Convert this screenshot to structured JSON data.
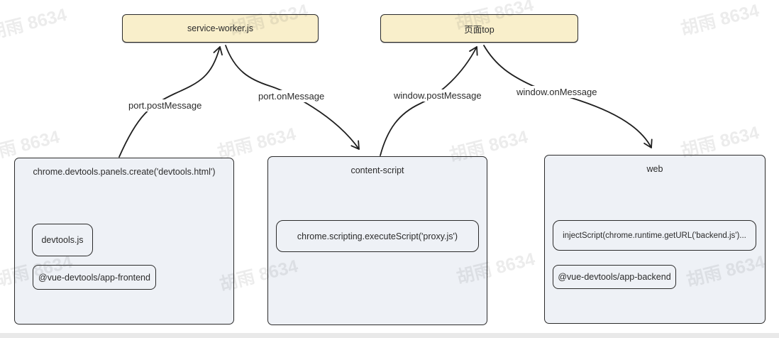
{
  "diagram": {
    "top_nodes": [
      {
        "label": "service-worker.js"
      },
      {
        "label": "页面top"
      }
    ],
    "arrows": [
      {
        "label": "port.postMessage",
        "from": "devtools-panel",
        "to": "service-worker.js"
      },
      {
        "label": "port.onMessage",
        "from": "service-worker.js",
        "to": "content-script"
      },
      {
        "label": "window.postMessage",
        "from": "content-script",
        "to": "页面top"
      },
      {
        "label": "window.onMessage",
        "from": "页面top",
        "to": "web"
      }
    ],
    "panels": [
      {
        "title": "chrome.devtools.panels.create('devtools.html')",
        "children": [
          "devtools.js",
          "@vue-devtools/app-frontend"
        ]
      },
      {
        "title": "content-script",
        "children": [
          "chrome.scripting.executeScript('proxy.js')"
        ]
      },
      {
        "title": "web",
        "children": [
          "injectScript(chrome.runtime.getURL('backend.js')...",
          "@vue-devtools/app-backend"
        ]
      }
    ],
    "watermark": "胡雨 8634",
    "colors": {
      "node_fill": "#f9efcb",
      "panel_fill": "#eef1f6",
      "stroke": "#2b2b2b",
      "arrow": "#1f1f1f"
    }
  }
}
